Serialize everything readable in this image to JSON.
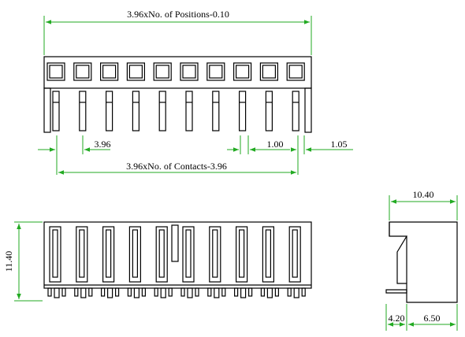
{
  "drawing": {
    "position_count": 10,
    "colors": {
      "outline": "#000000",
      "dimension": "#22aa22"
    },
    "dimensions": {
      "overall_length": "3.96xNo. of Positions-0.10",
      "pitch": "3.96",
      "pin_width": "1.00",
      "edge_offset": "1.05",
      "contacts_span": "3.96xNo. of Contacts-3.96",
      "height": "11.40",
      "side_depth": "10.40",
      "side_left": "4.20",
      "side_right": "6.50"
    }
  }
}
